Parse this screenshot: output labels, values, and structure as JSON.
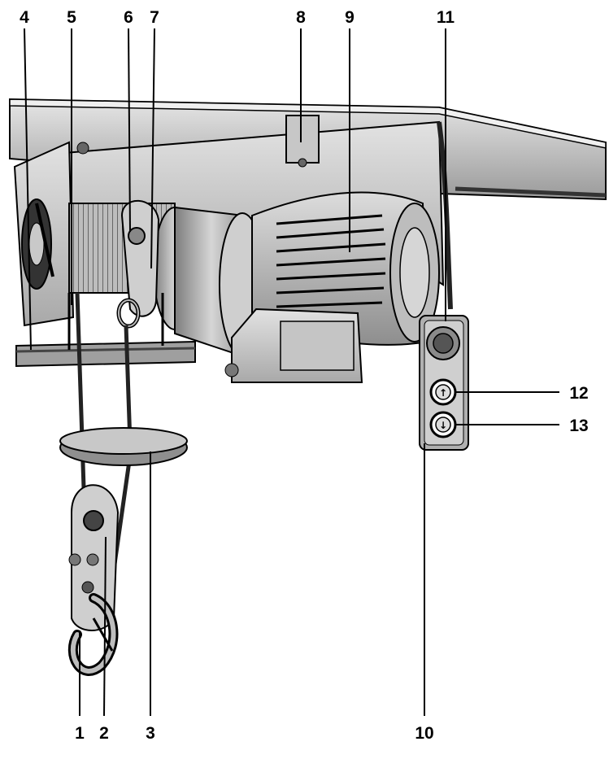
{
  "callouts": {
    "c1": "1",
    "c2": "2",
    "c3": "3",
    "c4": "4",
    "c5": "5",
    "c6": "6",
    "c7": "7",
    "c8": "8",
    "c9": "9",
    "c10": "10",
    "c11": "11",
    "c12": "12",
    "c13": "13"
  },
  "colors": {
    "ink": "#000000",
    "steel_light": "#d9d9d9",
    "steel_mid": "#b5b5b5",
    "steel_dark": "#8a8a8a",
    "shadow": "#555555",
    "background": "#ffffff"
  },
  "pendant_buttons": {
    "up_symbol": "↑",
    "down_symbol": "↓"
  }
}
